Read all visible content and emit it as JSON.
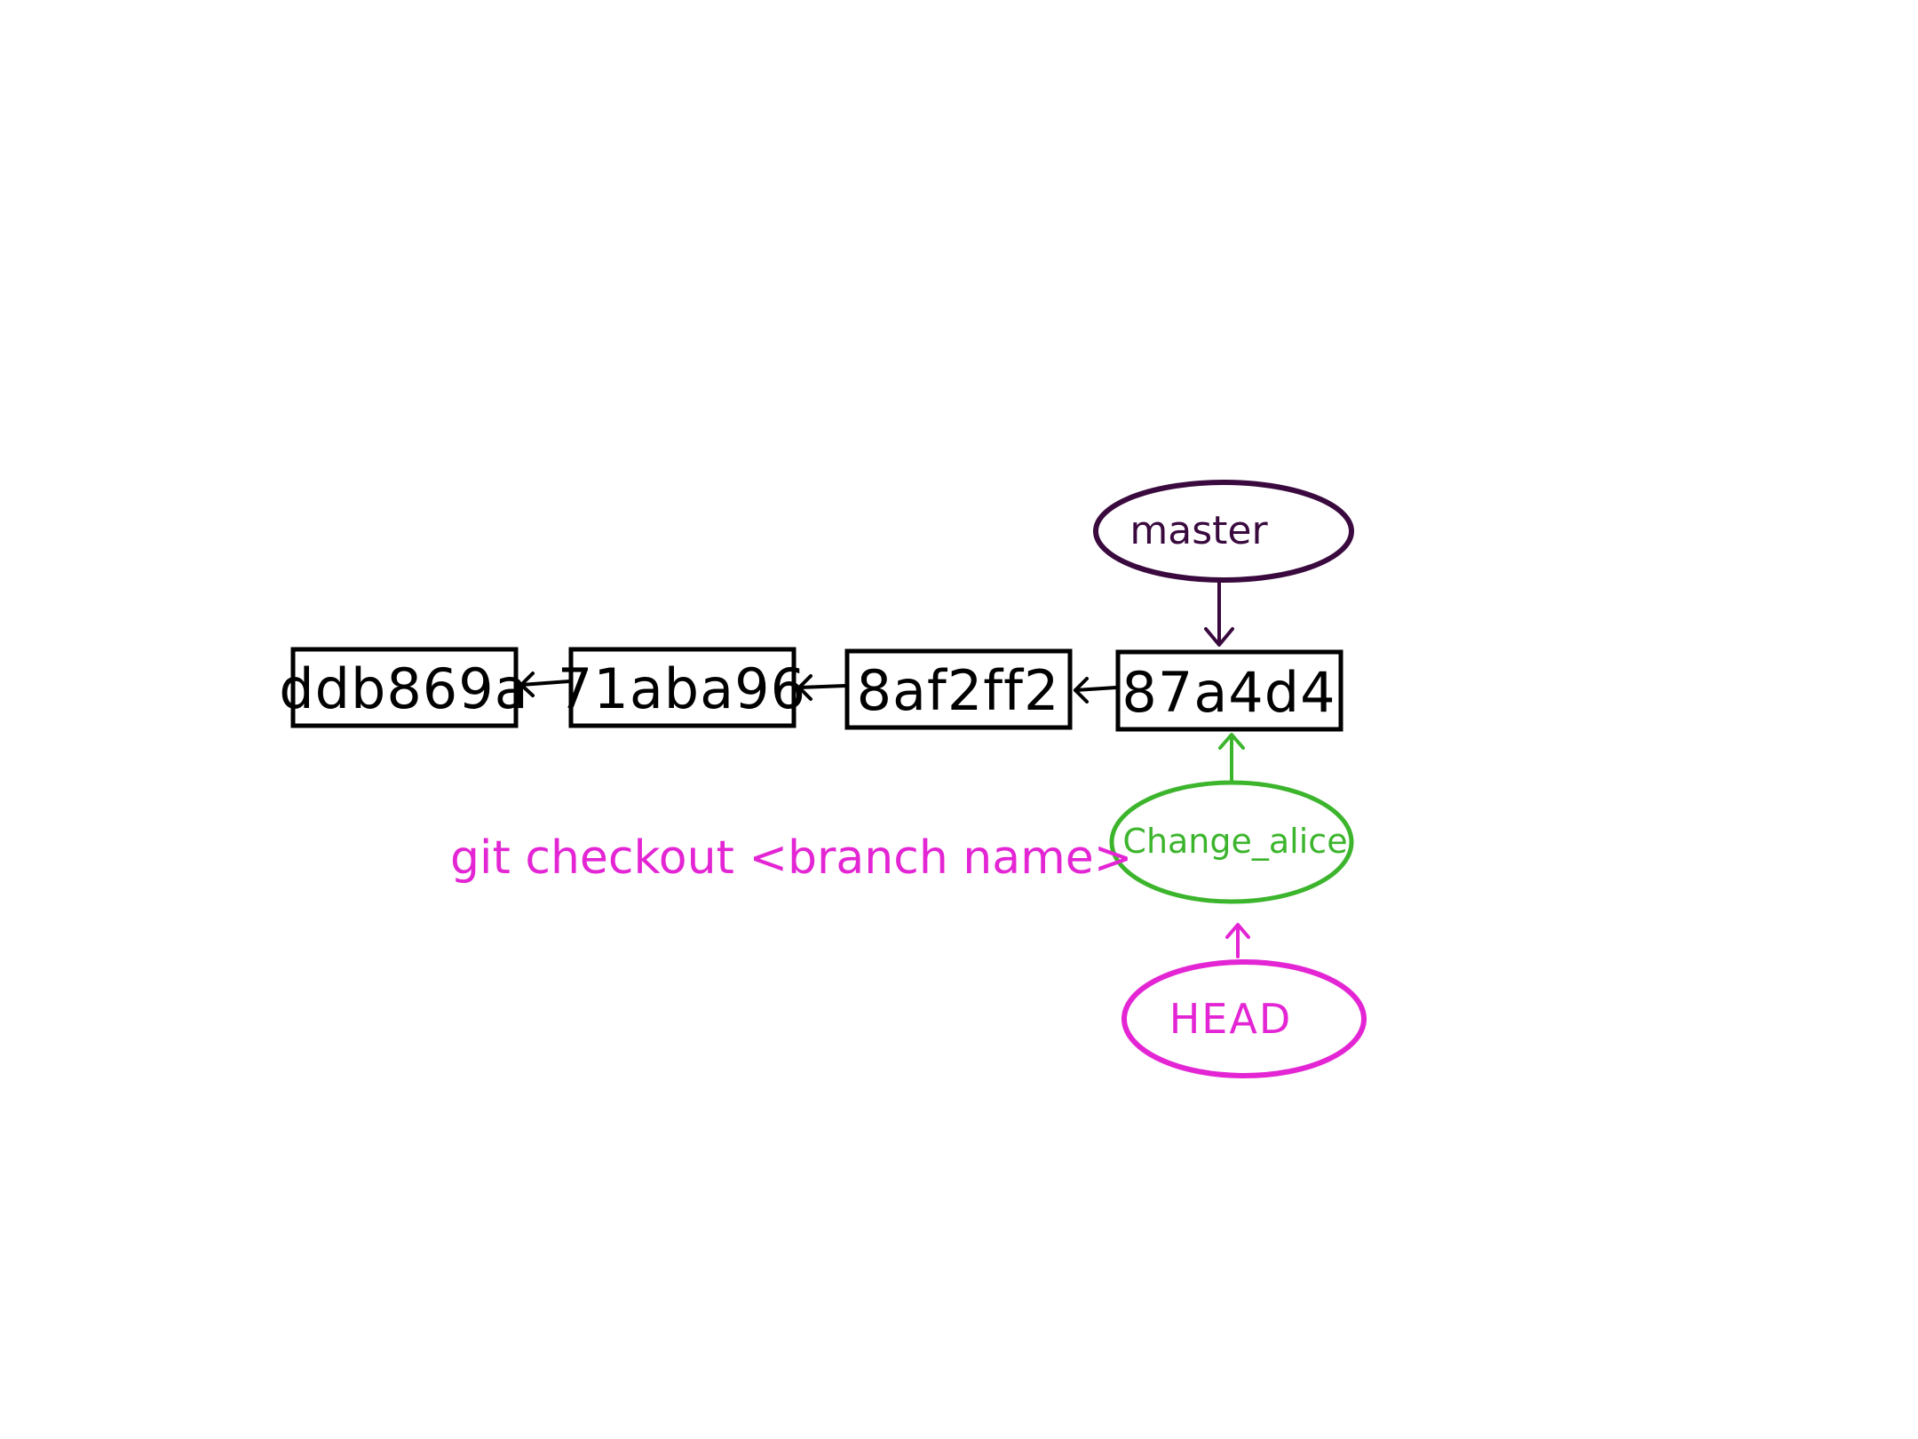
{
  "commits": [
    {
      "id": "ddb869a"
    },
    {
      "id": "71aba96"
    },
    {
      "id": "8af2ff2"
    },
    {
      "id": "87a4d4"
    }
  ],
  "refs": {
    "master": "master",
    "branch": "Change_alice",
    "head": "HEAD"
  },
  "command": "git checkout <branch name>",
  "colors": {
    "commit": "#000000",
    "master": "#3a0a3f",
    "branch": "#3cb52d",
    "head": "#e325d4"
  }
}
